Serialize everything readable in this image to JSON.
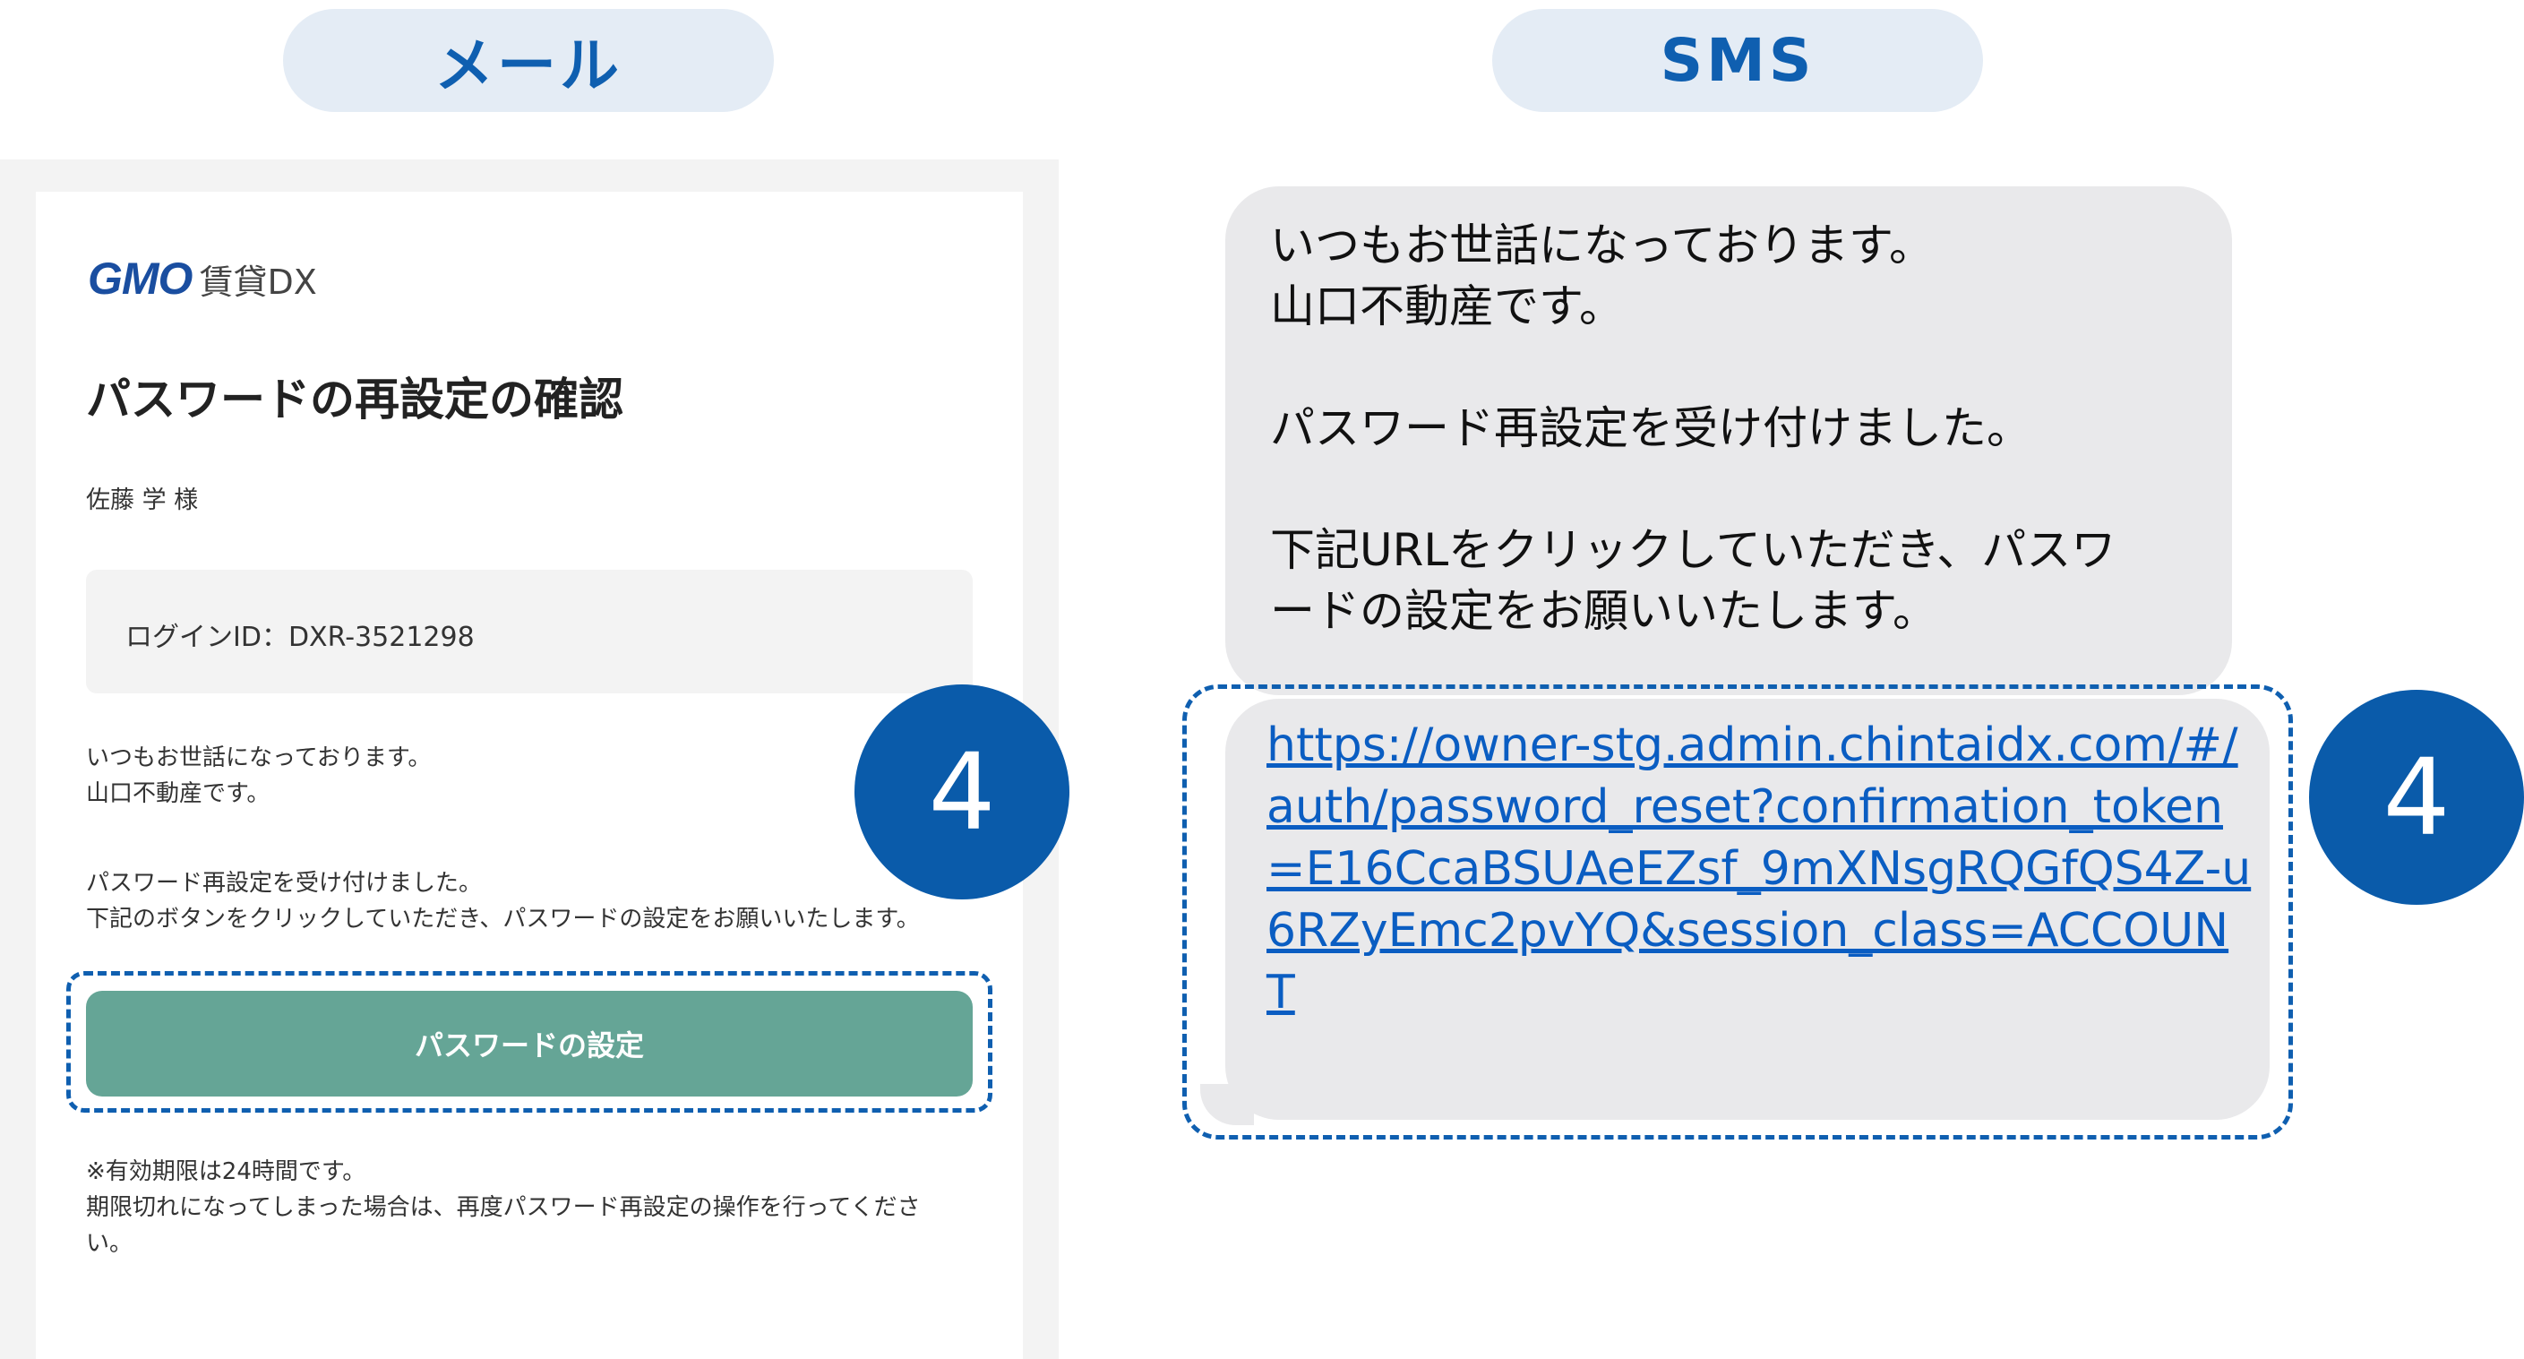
{
  "labels": {
    "mail": "メール",
    "sms": "SMS"
  },
  "mail": {
    "logo_brand": "GMO",
    "logo_sub": "賃貸DX",
    "title": "パスワードの再設定の確認",
    "recipient": "佐藤 学 様",
    "login_id": "ログインID：DXR-3521298",
    "greeting": [
      "いつもお世話になっております。",
      "山口不動産です。"
    ],
    "instruction": [
      "パスワード再設定を受け付けました。",
      "下記のボタンをクリックしていただき、パスワードの設定をお願いいたします。"
    ],
    "button_label": "パスワードの設定",
    "note": [
      "※有効期限は24時間です。",
      "期限切れになってしまった場合は、再度パスワード再設定の操作を行ってくださ",
      "い。"
    ]
  },
  "sms": {
    "lines": [
      "いつもお世話になっております。",
      "山口不動産です。",
      "パスワード再設定を受け付けました。",
      "下記URLをクリックしていただき、パスワ",
      "ードの設定をお願いいたします。"
    ],
    "link": "https://owner-stg.admin.chintaidx.com/#/auth/password_reset?confirmation_token=E16CcaBSUAeEZsf_9mXNsgRQGfQS4Z-u6RZyEmc2pvYQ&session_class=ACCOUNT"
  },
  "badges": {
    "mail_step": "4",
    "sms_step": "4"
  },
  "colors": {
    "accent": "#0f5fb0",
    "button": "#65a596",
    "bubble": "#e9e9eb",
    "link": "#0a5dc2"
  }
}
